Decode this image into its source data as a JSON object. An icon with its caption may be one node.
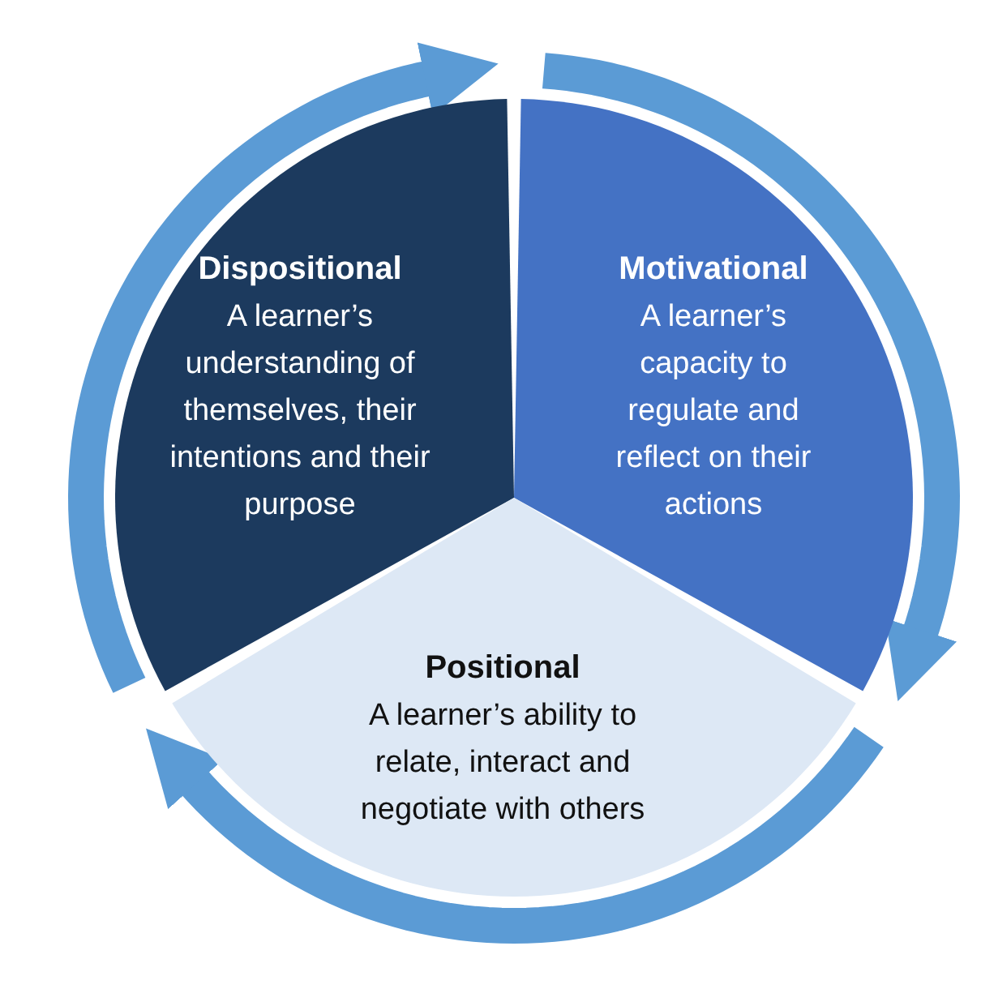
{
  "diagram": {
    "nodes": [
      {
        "text": [
          "Dispositional",
          "A learner’s understanding of themselves, their intentions and their purpose"
        ]
      },
      {
        "text": [
          "Motivational",
          "A learner’s capacity to regulate and reflect on their actions"
        ]
      },
      {
        "text": [
          "Positional",
          "A learner’s ability to relate, interact and negotiate with others"
        ]
      }
    ]
  }
}
